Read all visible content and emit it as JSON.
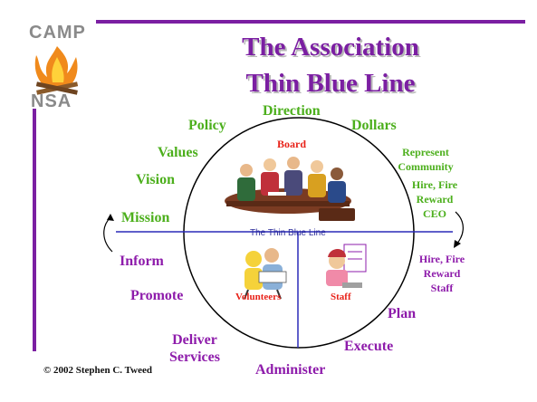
{
  "logo": {
    "top": "CAMP",
    "bottom": "NSA"
  },
  "title": {
    "line1": "The Association",
    "line2": "Thin Blue Line"
  },
  "circle_labels": {
    "board": "Board",
    "thin_blue_line": "The Thin Blue Line",
    "volunteers": "Volunteers",
    "staff": "Staff"
  },
  "board_terms": {
    "direction": "Direction",
    "policy": "Policy",
    "dollars": "Dollars",
    "values": "Values",
    "vision": "Vision",
    "mission": "Mission",
    "represent": "Represent",
    "community": "Community",
    "hire_fire_ceo_1": "Hire, Fire",
    "hire_fire_ceo_2": "Reward",
    "hire_fire_ceo_3": "CEO"
  },
  "operations_terms": {
    "inform": "Inform",
    "promote": "Promote",
    "deliver": "Deliver",
    "services": "Services",
    "administer": "Administer",
    "execute": "Execute",
    "plan": "Plan",
    "hire_fire_staff_1": "Hire, Fire",
    "hire_fire_staff_2": "Reward",
    "hire_fire_staff_3": "Staff"
  },
  "footer": {
    "copyright": "© 2002 Stephen C. Tweed"
  },
  "colors": {
    "frame": "#7b1fa2",
    "board_terms": "#4caf1c",
    "operations_terms": "#8e1cab",
    "circle_labels": "#e8231a",
    "blue_line": "#2a2ab8"
  },
  "icons": [
    "campfire-logo-icon",
    "board-meeting-clipart",
    "volunteers-clipart",
    "staff-clipart",
    "curved-arrow-icon"
  ]
}
